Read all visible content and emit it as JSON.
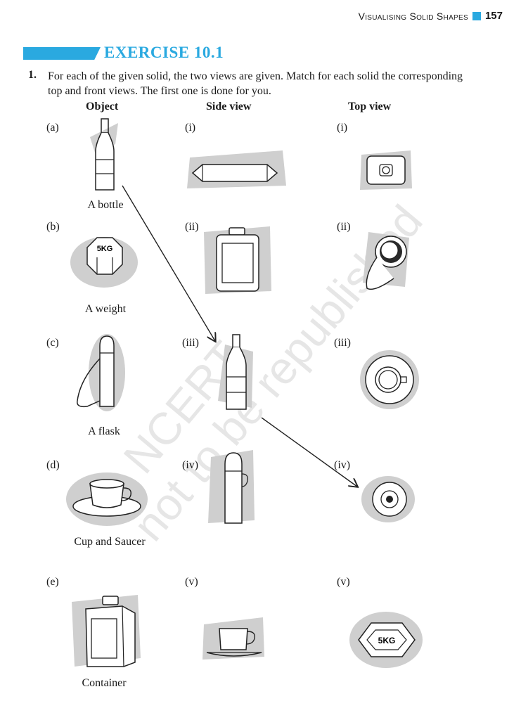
{
  "header": {
    "title": "Visualising Solid Shapes",
    "page": "157",
    "accent": "#2aa9e0"
  },
  "exercise": {
    "title": "EXERCISE 10.1"
  },
  "question": {
    "number": "1.",
    "text": "For each of the given solid, the two views are given. Match for each solid the corresponding top and front views. The first one is done for you."
  },
  "columns": {
    "object": "Object",
    "side": "Side view",
    "top": "Top view"
  },
  "objects": [
    {
      "label": "(a)",
      "caption": "A bottle"
    },
    {
      "label": "(b)",
      "caption": "A weight"
    },
    {
      "label": "(c)",
      "caption": "A flask"
    },
    {
      "label": "(d)",
      "caption": "Cup and Saucer"
    },
    {
      "label": "(e)",
      "caption": "Container"
    }
  ],
  "side_views": [
    "(i)",
    "(ii)",
    "(iii)",
    "(iv)",
    "(v)"
  ],
  "top_views": [
    "(i)",
    "(ii)",
    "(iii)",
    "(iv)",
    "(v)"
  ],
  "weight_mark": "5KG",
  "watermark": {
    "line1": "© NCERT",
    "line2": "not to be republished"
  }
}
